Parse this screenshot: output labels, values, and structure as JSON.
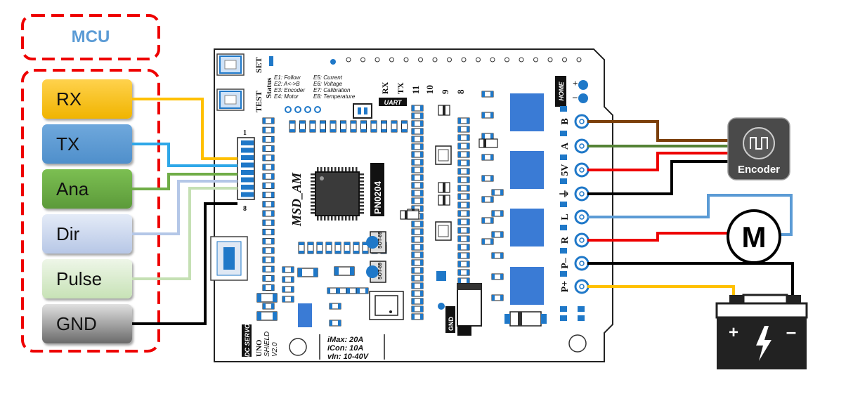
{
  "mcu": {
    "title": "MCU",
    "signals": [
      {
        "label": "RX",
        "color": "#ffc000"
      },
      {
        "label": "TX",
        "color": "#5b9bd5"
      },
      {
        "label": "Ana",
        "color": "#70ad47"
      },
      {
        "label": "Dir",
        "color": "#c9d6ee"
      },
      {
        "label": "Pulse",
        "color": "#d7ebcd"
      },
      {
        "label": "GND",
        "color": "#888888"
      }
    ]
  },
  "board": {
    "labels": {
      "set": "SET",
      "test": "TEST",
      "status": "Status",
      "err_col1": [
        "E1: Follow",
        "E2: A<->B",
        "E3: Encoder",
        "E4: Motor"
      ],
      "err_col2": [
        "E5: Current",
        "E6: Voltage",
        "E7: Calibration",
        "E8: Temperature"
      ],
      "rx": "RX",
      "tx": "TX",
      "uart": "UART",
      "pins": [
        "11",
        "10",
        "9",
        "8"
      ],
      "home": "HOME",
      "plus": "+",
      "minus": "–",
      "pin1": "1",
      "pin8": "8",
      "model": "MSD_AM",
      "pn": "PN0204",
      "sot1": "SOT-89",
      "sot2": "SOT-89",
      "gnd": "GND",
      "dc_servo": "DC SERVO",
      "uno": "UNO",
      "shield": "SHIELD",
      "version": "V2.0",
      "imax": "iMax: 20A",
      "icon": "iCon: 10A",
      "vin": "vIn: 10-40V"
    },
    "terminals": [
      "B",
      "A",
      "5V",
      "⏚",
      "L",
      "R",
      "P–",
      "P+"
    ]
  },
  "encoder": {
    "label": "Encoder"
  },
  "motor": {
    "label": "M"
  },
  "battery": {
    "plus": "+",
    "minus": "–"
  },
  "colors": {
    "brown": "#7b3f0a",
    "green": "#548235",
    "red": "#ee0000",
    "black": "#000000",
    "lightblue": "#5b9bd5",
    "yellow": "#ffc000",
    "blue": "#1f78c8",
    "chip": "#3a7bd5"
  }
}
